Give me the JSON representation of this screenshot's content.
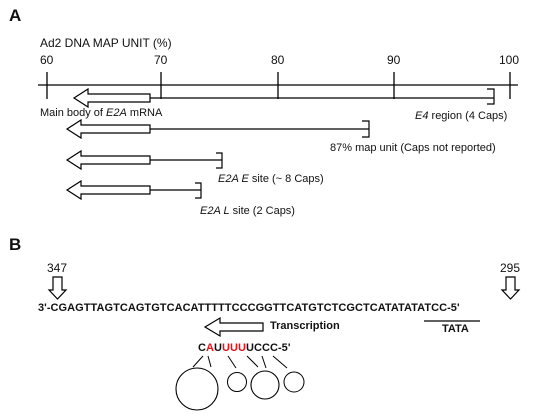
{
  "panel_a": {
    "label": "A",
    "axis_title": "Ad2 DNA MAP UNIT (%)",
    "ticks": [
      "60",
      "70",
      "80",
      "90",
      "100"
    ],
    "labels": {
      "e2a_main_prefix": "Main body of ",
      "e2a_main_em": "E2A",
      "e2a_main_suffix": " mRNA",
      "e4_em": "E4",
      "e4_suffix": " region (4 Caps)",
      "map87": "87% map unit (Caps not reported)",
      "e2ae_em": "E2A E",
      "e2ae_suffix": " site (~ 8 Caps)",
      "e2al_em": "E2A L",
      "e2al_suffix": " site (2 Caps)"
    }
  },
  "panel_b": {
    "label": "B",
    "pos_left": "347",
    "pos_right": "295",
    "sequence": "3'-CGAGTTAGTCAGTGTCACATTTTTCCCGGTTCATGTCTCGCTCATATATATCC-5'",
    "tata_label": "TATA",
    "transcription_label": "Transcription",
    "rna_parts": [
      {
        "text": "C",
        "highlight": false
      },
      {
        "text": "A",
        "highlight": true
      },
      {
        "text": "U",
        "highlight": false
      },
      {
        "text": "UUU",
        "highlight": true
      },
      {
        "text": "UCCC-5'",
        "highlight": false
      }
    ],
    "highlight_color": "#e0141a"
  }
}
